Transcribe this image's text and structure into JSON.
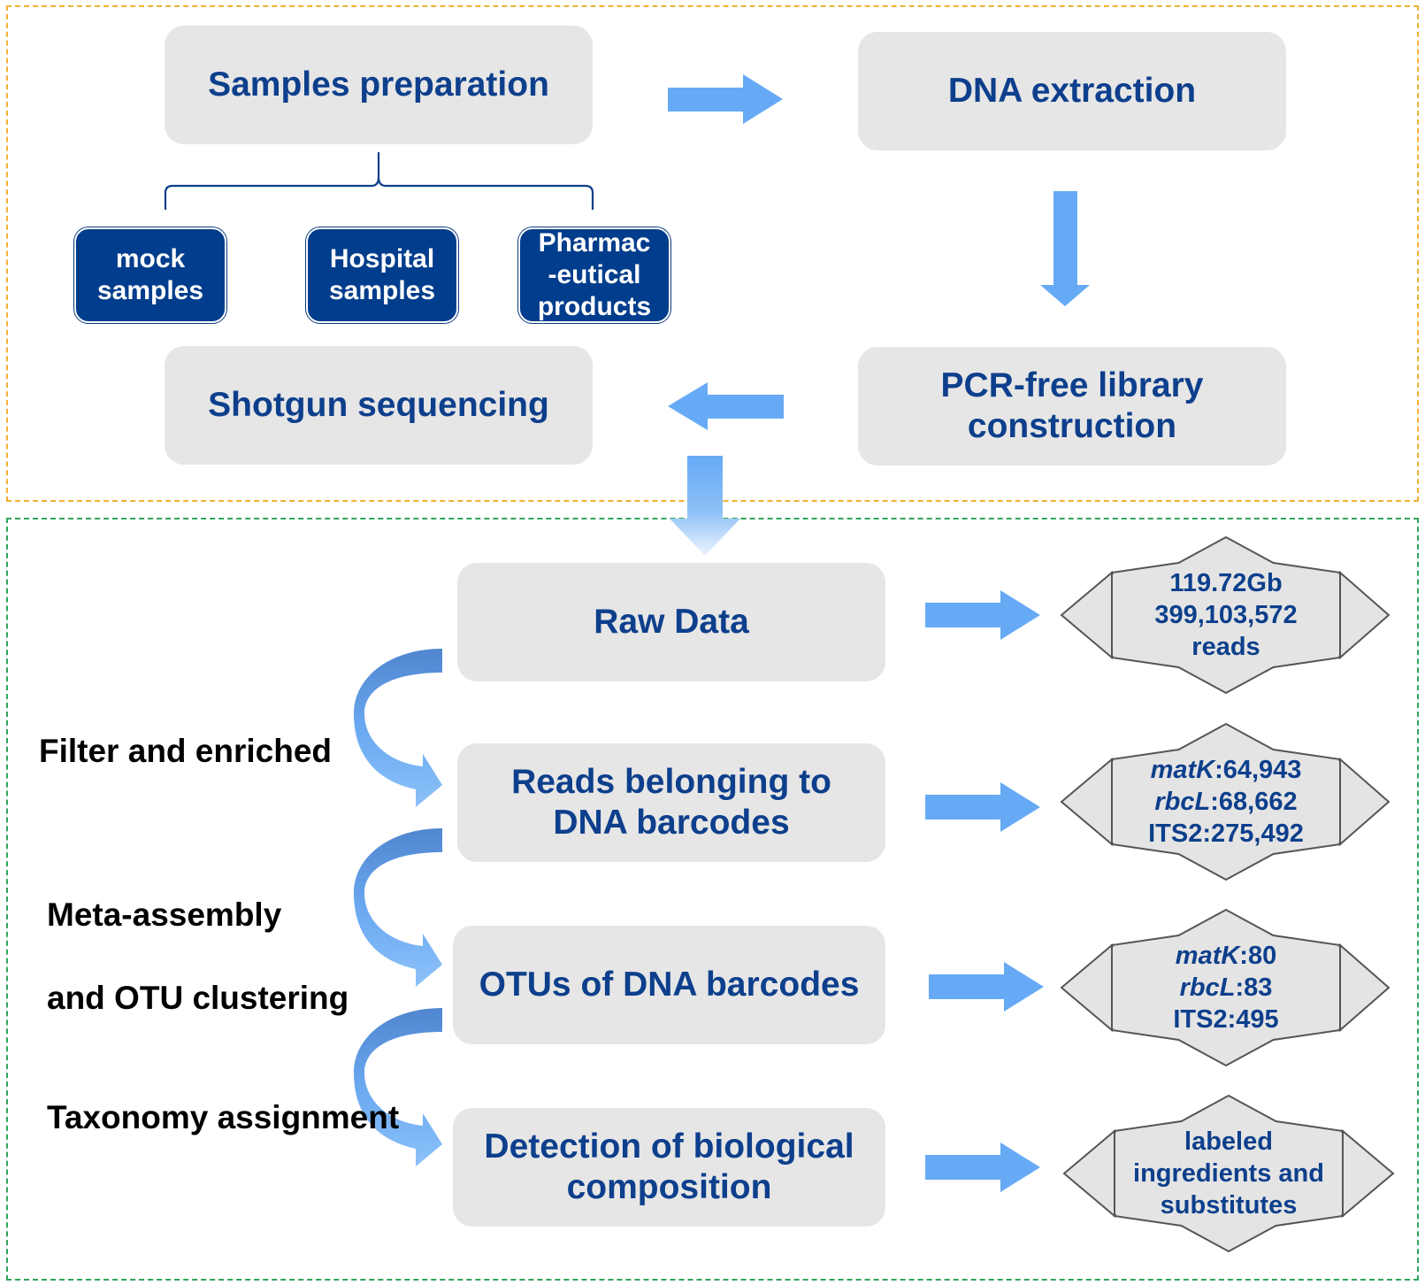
{
  "top_section": {
    "samples_preparation": "Samples preparation",
    "dna_extraction": "DNA extraction",
    "pcr_free_line1": "PCR-free library",
    "pcr_free_line2": "construction",
    "shotgun_sequencing": "Shotgun sequencing",
    "sample_types": [
      {
        "line1": "mock",
        "line2": "samples"
      },
      {
        "line1": "Hospital",
        "line2": "samples"
      },
      {
        "line1": "Pharmac",
        "line2": "-eutical",
        "line3": "products"
      }
    ]
  },
  "pipeline": {
    "raw_data": "Raw Data",
    "reads_line1": "Reads belonging to",
    "reads_line2": "DNA barcodes",
    "otus": "OTUs of DNA barcodes",
    "detection_line1": "Detection of biological",
    "detection_line2": "composition"
  },
  "steps": {
    "filter": "Filter and enriched",
    "meta_line1": "Meta-assembly",
    "meta_line2": "and OTU clustering",
    "taxonomy": "Taxonomy assignment"
  },
  "results": {
    "raw": {
      "line1": "119.72Gb",
      "line2": "399,103,572",
      "line3": "reads"
    },
    "reads": {
      "matk_name": "matK",
      "matk_value": ":64,943",
      "rbcl_name": "rbcL",
      "rbcl_value": ":68,662",
      "its2": "ITS2:275,492"
    },
    "otus": {
      "matk_name": "matK",
      "matk_value": ":80",
      "rbcl_name": "rbcL",
      "rbcl_value": ":83",
      "its2": "ITS2:495"
    },
    "detection": {
      "line1": "labeled",
      "line2": "ingredients and",
      "line3": "substitutes"
    }
  },
  "colors": {
    "box_fill": "#e6e6e6",
    "box_text": "#0d3f8c",
    "dark_box": "#003d8c",
    "arrow": "#66aaf5",
    "top_frame": "#f2b134",
    "bottom_frame": "#2fa55a"
  }
}
